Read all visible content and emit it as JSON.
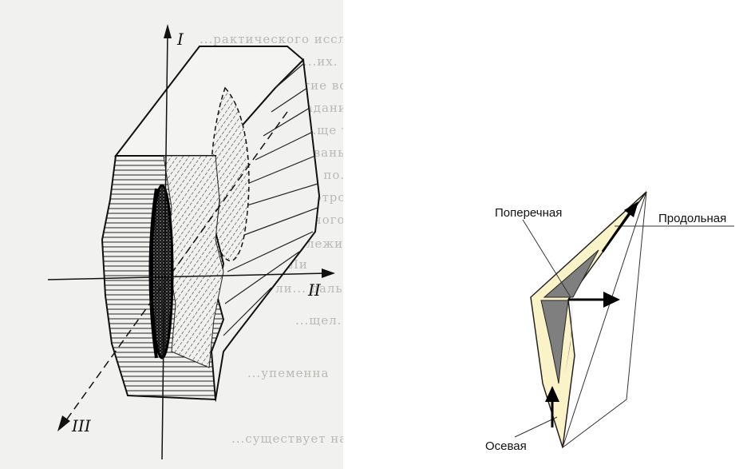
{
  "left_figure": {
    "axes": {
      "vertical": "I",
      "horizontal": "II",
      "depth": "III"
    },
    "background_text": [
      "...рактического исследования",
      "...их.",
      "...веоли, развитие вокруг рук.",
      "...поставлено задание. Сл-",
      "...ще тонкой пленки, умею-",
      "...отформованы за счет кормы",
      "...ление по...",
      "...к отростку...",
      "...пиниканного средства рыбь-",
      "...е прослеживали фонт",
      "...х...  . Ли",
      "...ий ли... даль... веро-",
      "...щел.",
      "...упеменна",
      "...существует наибольшая об"
    ]
  },
  "right_figure": {
    "labels": {
      "transverse": "Поперечная",
      "longitudinal": "Продольная",
      "axial": "Осевая"
    },
    "colors": {
      "outer_fill": "#faf3c8",
      "inner_fill": "#7f7f7f",
      "stroke": "#222222",
      "arrow": "#000000"
    }
  }
}
